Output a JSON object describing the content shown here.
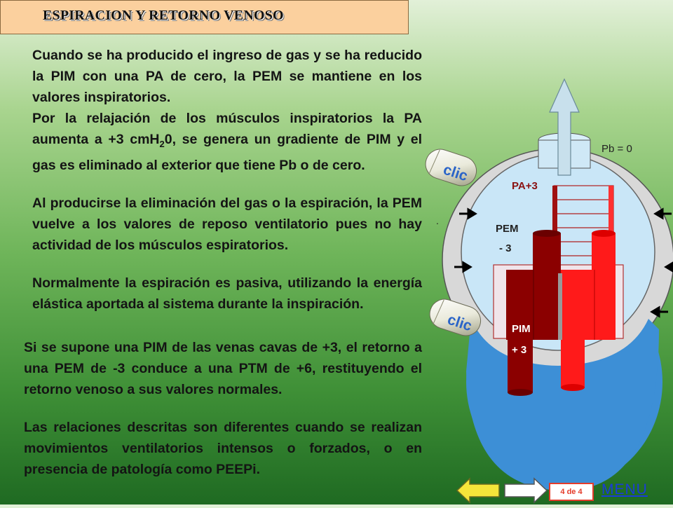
{
  "title": "ESPIRACION Y RETORNO VENOSO",
  "paragraphs": {
    "p1": "Cuando se ha producido el ingreso de gas y se ha reducido la PIM con una PA de cero, la PEM se mantiene en los valores inspiratorios.",
    "p2_before_sub": "Por la relajación de los músculos inspiratorios la PA aumenta a +3 cmH",
    "p2_sub": "2",
    "p2_after_sub": "0, se genera un gradiente de PIM y el gas es eliminado al exterior que tiene Pb o de cero.",
    "p3": "Al producirse la eliminación del gas o la espiración, la PEM vuelve a los valores de reposo ventilatorio pues no hay actividad de los músculos espiratorios.",
    "p4": "Normalmente la espiración es pasiva, utilizando la energía elástica aportada al sistema durante la inspiración.",
    "p5": "Si se supone una PIM de las venas cavas de +3, el retorno a una PEM de -3 conduce a una PTM de +6, restituyendo el retorno venoso a sus valores normales.",
    "p6": "Las relaciones descritas son diferentes cuando se realizan movimientos ventilatorios intensos o forzados, o en presencia de patología como PEEPi."
  },
  "diagram": {
    "pb_label": "Pb = 0",
    "pa_label": "PA+3",
    "pem_label": "PEM",
    "pem_value": "- 3",
    "pim_label": "PIM",
    "pim_value": "+ 3",
    "dot": ".",
    "colors": {
      "outer_wall": "#d8d8d8",
      "inner_cavity": "#c9e6f7",
      "fluid": "#3d8fd6",
      "vessel_dark": "#8b0000",
      "vessel_bright": "#ff1a1a",
      "arrow": "#c8e0ec"
    }
  },
  "clic_buttons": [
    {
      "label": "clic"
    },
    {
      "label": "clic"
    }
  ],
  "nav": {
    "page_indicator": "4 de 4",
    "menu_label": "MENU"
  }
}
